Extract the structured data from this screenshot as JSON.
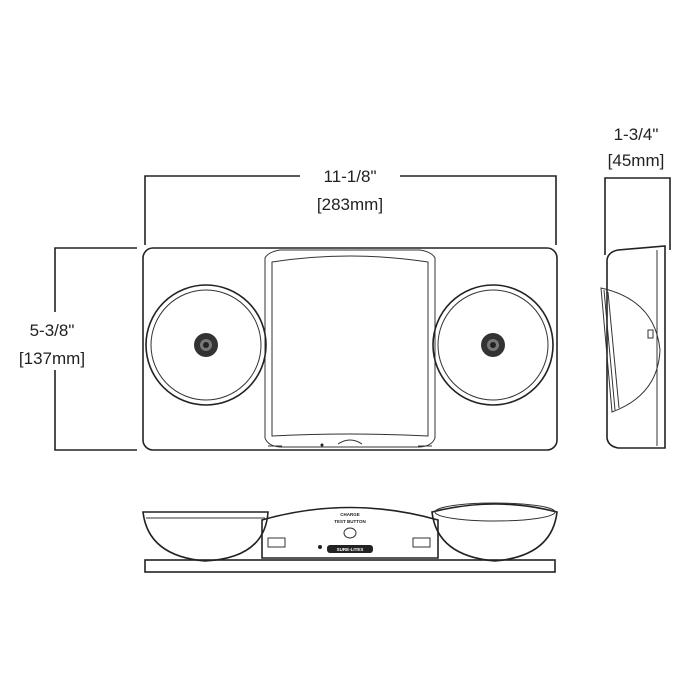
{
  "dimensions": {
    "width_in": "11-1/8\"",
    "width_mm": "[283mm]",
    "height_in": "5-3/8\"",
    "height_mm": "[137mm]",
    "depth_in": "1-3/4\"",
    "depth_mm": "[45mm]"
  },
  "labels": {
    "charge": "CHARGE",
    "test_button": "TEST BUTTON",
    "brand": "SURE-LITES"
  }
}
